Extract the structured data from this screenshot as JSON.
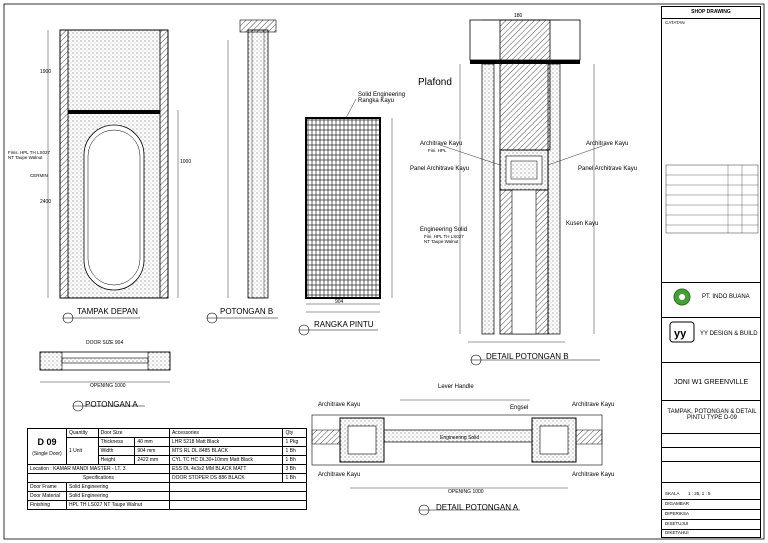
{
  "views": {
    "tampak_depan": "TAMPAK DEPAN",
    "potongan_b": "POTONGAN B",
    "rangka_pintu": "RANGKA PINTU",
    "detail_potongan_b": "DETAIL POTONGAN B",
    "potongan_a": "POTONGAN A",
    "detail_potongan_a": "DETAIL POTONGAN A"
  },
  "annotations": {
    "plafond": "Plafond",
    "solid_engineering_rangka_kayu": "Solid Engineering Rangka Kayu",
    "architrave_kayu": "Architrave Kayu",
    "fin_hpl": "Fini. HPL",
    "panel_architrave_kayu": "Panel Architrave Kayu",
    "engineering_solid": "Engineering Solid",
    "fin_hpl_th": "Fini. HPL TH LS027 NT Taupe Walnut",
    "kusen_kayu": "Kusen Kayu",
    "lever_handle": "Lever Handle",
    "engsel": "Engsel",
    "door_size": "DOOR SIZE 904",
    "opening": "OPENING 1000",
    "finis_hpl_left": "Finis. HPL TH LS027 NT Taupe Walnut",
    "cermin": "CERMIN",
    "dim_1900": "1900",
    "dim_1000": "1000",
    "dim_2400": "2400",
    "dim_904": "904",
    "dim_180": "180"
  },
  "spec_table": {
    "door_code": "D 09",
    "door_sub": "(Single Door)",
    "headers": [
      "Quantity",
      "Door Size",
      "",
      "Accessories",
      "Qty"
    ],
    "unit": "1 Unit",
    "rows": [
      {
        "k": "Thickness",
        "v": "40 mm",
        "acc": "LHR 5218 Matt Black",
        "qty": "1 Pkg"
      },
      {
        "k": "Width",
        "v": "904 mm",
        "acc": "MTS RL DL 8485 BLACK",
        "qty": "1 Bh"
      },
      {
        "k": "Height",
        "v": "2422 mm",
        "acc": "CYL TC HC DL30+10mm Matt Black",
        "qty": "1 Bh"
      }
    ],
    "location": "Location : KAMAR MANDI MASTER - LT. 3",
    "loc_acc": "ESS DL 4x3x2 MM BLACK MATT",
    "loc_qty": "3 Bh",
    "specifications": "Specifications",
    "spec_acc": "DOOR STOPER DS 886 BLACK",
    "spec_qty": "1 Bh",
    "frame_label": "Door Frame",
    "frame_value": "Solid Engineering",
    "material_label": "Door Material",
    "material_value": "Solid Engineering",
    "finishing_label": "Finishing",
    "finishing_value": "HPL TH LS027 NT Taupe Walnut"
  },
  "title_block": {
    "header": "SHOP DRAWING",
    "catatan": "CATATAN",
    "company1": "PT. INDO BUANA",
    "company2": "YY DESIGN & BUILD",
    "project": "JONI W1 GREENVILLE",
    "drawing_title": "TAMPAK, POTONGAN & DETAIL PINTU TYPE D-09",
    "scale_label": "SKALA",
    "scale_value": "1 : 25, 1 : 5",
    "fields": [
      "DIGAMBAR",
      "DIPERIKSA",
      "DISETUJUI",
      "DIKETAHUI"
    ]
  }
}
